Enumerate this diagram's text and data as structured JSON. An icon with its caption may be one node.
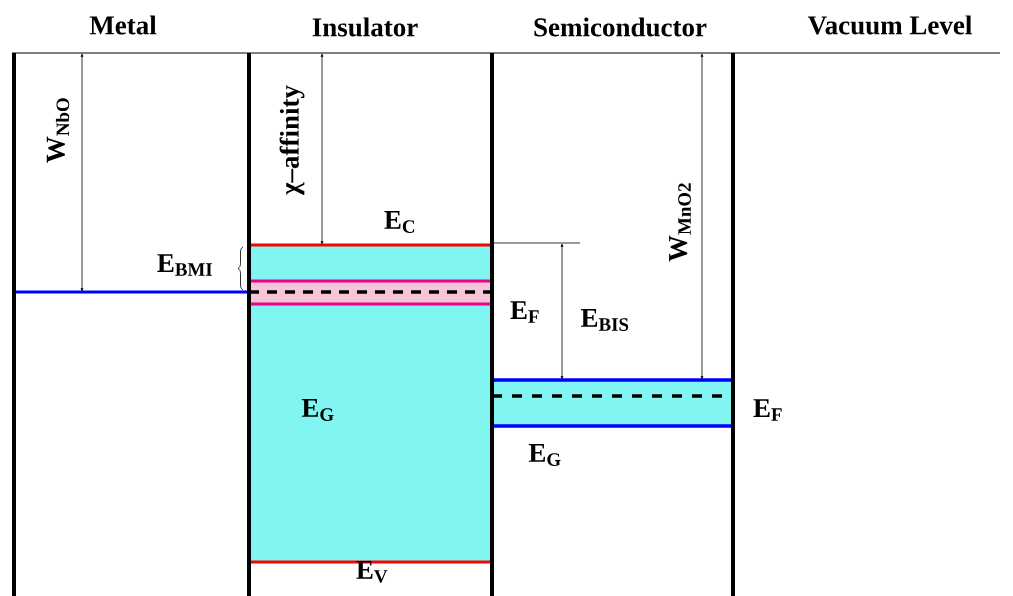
{
  "diagram": {
    "labels": [
      "Metal",
      "Insulator",
      "Semiconductor",
      "Vacuum Level",
      "W$_{NbO}$",
      "χ–affinity",
      "E$_{C}$",
      "E$_{BMI}$",
      "E$_{F}$",
      "E$_{BIS}$",
      "W$_{MnO2}$",
      "E$_{G}$",
      "E$_{F}$",
      "E$_{G}$",
      "E$_{V}$"
    ]
  }
}
